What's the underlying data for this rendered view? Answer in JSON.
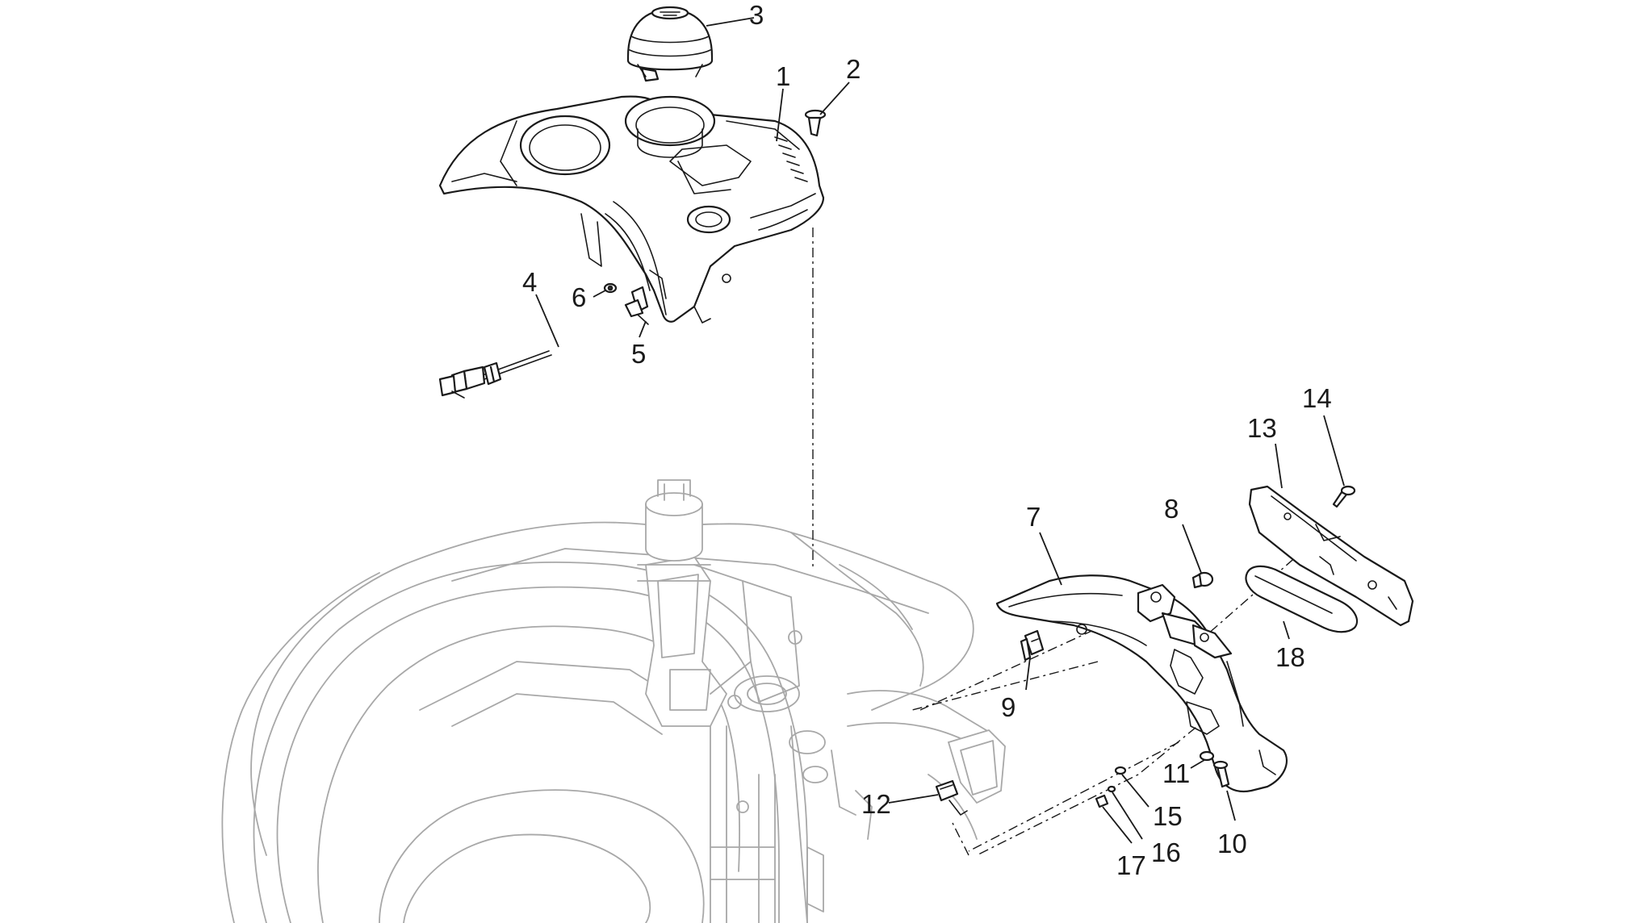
{
  "diagram": {
    "callouts": [
      {
        "id": "c1",
        "label": "1"
      },
      {
        "id": "c2",
        "label": "2"
      },
      {
        "id": "c3",
        "label": "3"
      },
      {
        "id": "c4",
        "label": "4"
      },
      {
        "id": "c5",
        "label": "5"
      },
      {
        "id": "c6",
        "label": "6"
      },
      {
        "id": "c7",
        "label": "7"
      },
      {
        "id": "c8",
        "label": "8"
      },
      {
        "id": "c9",
        "label": "9"
      },
      {
        "id": "c10",
        "label": "10"
      },
      {
        "id": "c11",
        "label": "11"
      },
      {
        "id": "c12",
        "label": "12"
      },
      {
        "id": "c13",
        "label": "13"
      },
      {
        "id": "c14",
        "label": "14"
      },
      {
        "id": "c15",
        "label": "15"
      },
      {
        "id": "c16",
        "label": "16"
      },
      {
        "id": "c17",
        "label": "17"
      },
      {
        "id": "c18",
        "label": "18"
      }
    ],
    "colors": {
      "line": "#1a1a1a",
      "ghost": "#a8a8a8",
      "background": "#ffffff"
    }
  }
}
